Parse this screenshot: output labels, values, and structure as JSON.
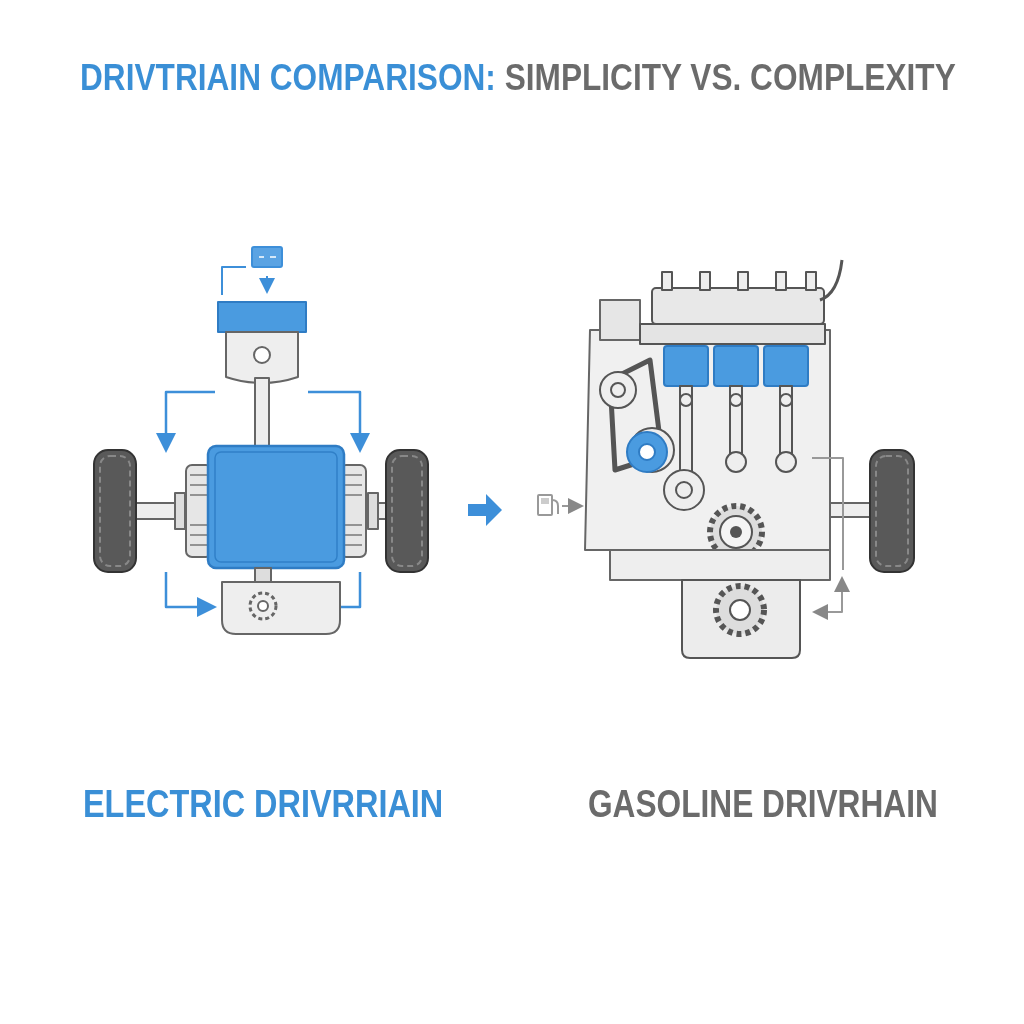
{
  "diagram": {
    "title": "DRIVTRIAIN COMPARISON: SIMPLICITY VS. COMPLEXITY",
    "labels": [
      "ELECTRIC DRIVRRIAIN",
      "GASOLINE DRIVRHAIN"
    ]
  }
}
